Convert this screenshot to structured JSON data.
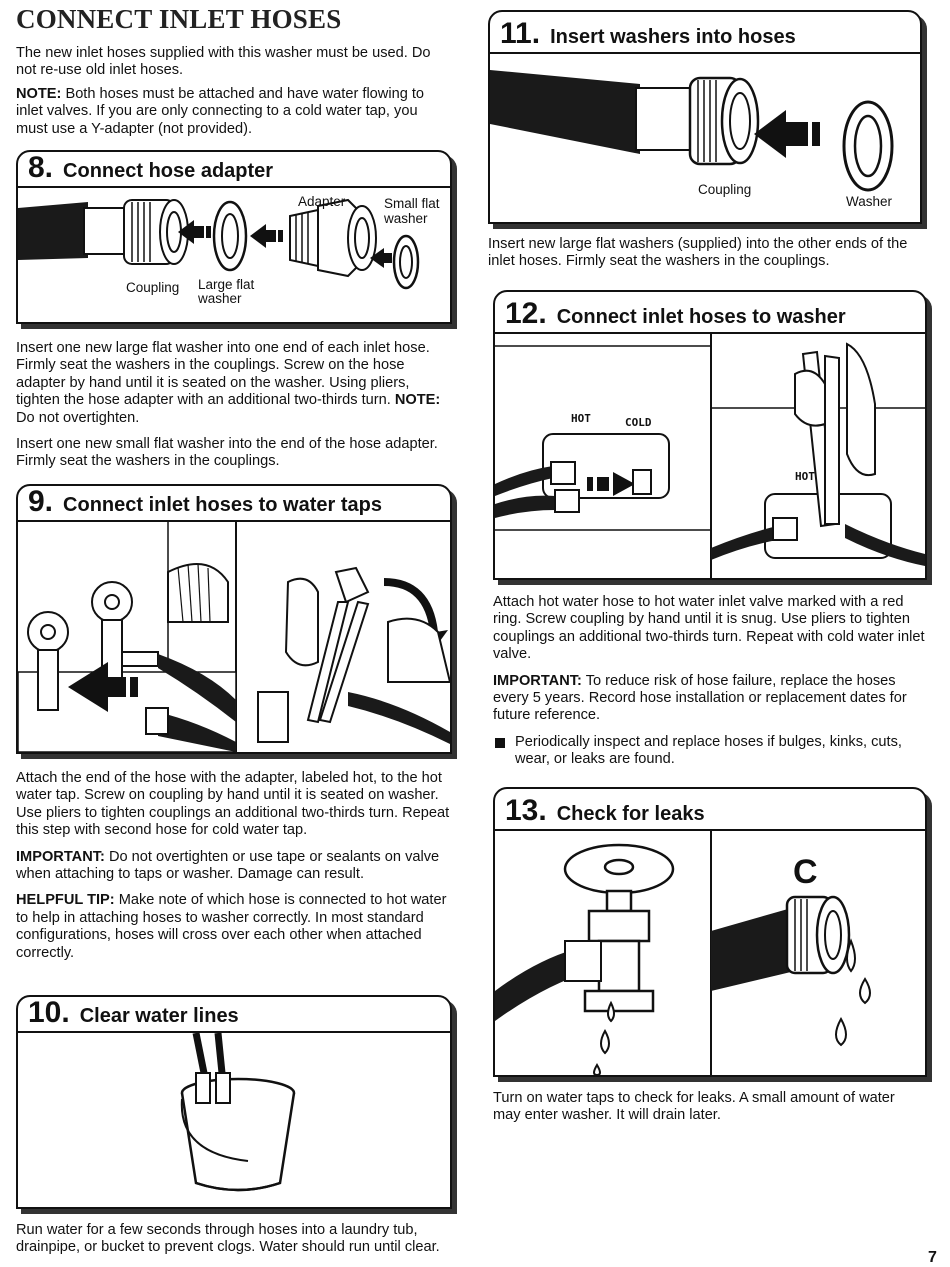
{
  "page_title": "CONNECT INLET HOSES",
  "intro": {
    "p1": "The new inlet hoses supplied with this washer must be used. Do not re-use old inlet hoses.",
    "note_label": "NOTE:",
    "note_text": " Both hoses must be attached and have water flowing to inlet valves. If you are only connecting to a cold water tap, you must use a Y-adapter (not provided)."
  },
  "step8": {
    "num": "8.",
    "title": "Connect hose adapter",
    "labels": {
      "adapter": "Adapter",
      "small_flat_washer": "Small flat washer",
      "coupling": "Coupling",
      "large_flat_washer": "Large flat washer"
    },
    "p1": "Insert one new large flat washer into one end of each inlet hose. Firmly seat the washers in the couplings. Screw on the hose adapter by hand until it is seated on the washer. Using pliers, tighten the hose adapter with an additional two-thirds turn. ",
    "p1_note_label": "NOTE:",
    "p1_note_text": " Do not overtighten.",
    "p2": "Insert one new small flat washer into the end of the hose adapter. Firmly seat the washers in the couplings."
  },
  "step9": {
    "num": "9.",
    "title": "Connect inlet hoses to water taps",
    "p1": "Attach the end of the hose with the adapter, labeled hot, to the hot water tap. Screw on coupling by hand until it is seated on washer. Use pliers to tighten couplings an additional two-thirds turn. Repeat this step with second hose for cold water tap.",
    "important_label": "IMPORTANT:",
    "important_text": " Do not overtighten or use tape or sealants on valve when attaching to taps or washer. Damage can result.",
    "tip_label": "HELPFUL TIP:",
    "tip_text": " Make note of which hose is connected to hot water to help in attaching hoses to washer correctly. In most standard configurations, hoses will cross over each other when attached correctly."
  },
  "step10": {
    "num": "10.",
    "title": "Clear water lines",
    "p1": "Run water for a few seconds through hoses into a laundry tub, drainpipe, or bucket to prevent clogs. Water should run until clear."
  },
  "step11": {
    "num": "11.",
    "title": "Insert washers into hoses",
    "labels": {
      "coupling": "Coupling",
      "washer": "Washer"
    },
    "p1": "Insert new large flat washers (supplied) into the other ends of the inlet hoses. Firmly seat the washers in the couplings."
  },
  "step12": {
    "num": "12.",
    "title": "Connect inlet hoses to washer",
    "labels": {
      "hot": "HOT",
      "cold": "COLD",
      "hot2": "HOT"
    },
    "p1": "Attach hot water hose to hot water inlet valve marked with a red ring. Screw coupling by hand until it is snug. Use pliers to tighten couplings an additional two-thirds turn. Repeat with cold water inlet valve.",
    "important_label": "IMPORTANT:",
    "important_text": " To reduce risk of hose failure, replace the hoses every 5 years. Record hose installation or replacement dates for future reference.",
    "bullet": "Periodically inspect and replace hoses if bulges, kinks, cuts, wear, or leaks are found."
  },
  "step13": {
    "num": "13.",
    "title": "Check for leaks",
    "labels": {
      "c": "C"
    },
    "p1": "Turn on water taps to check for leaks. A small amount of water may enter washer. It will drain later."
  },
  "page_number": "7"
}
